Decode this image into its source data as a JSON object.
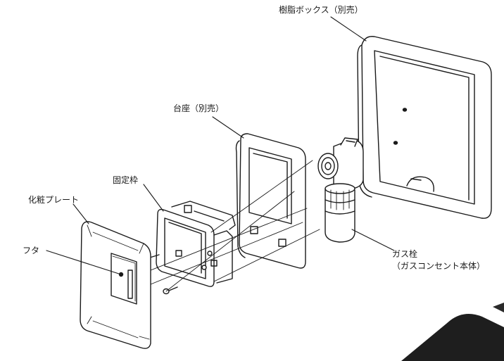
{
  "labels": {
    "resin_box": "樹脂ボックス（別売）",
    "base": "台座（別売）",
    "fixing_frame": "固定枠",
    "decorative_plate": "化粧プレート",
    "lid": "フタ",
    "gas_valve": "ガス栓",
    "gas_valve_sub": "（ガスコンセント本体）"
  },
  "colors": {
    "line": "#1a1a1a",
    "fill": "#ffffff",
    "corner_photo": "#1e1e1e"
  }
}
